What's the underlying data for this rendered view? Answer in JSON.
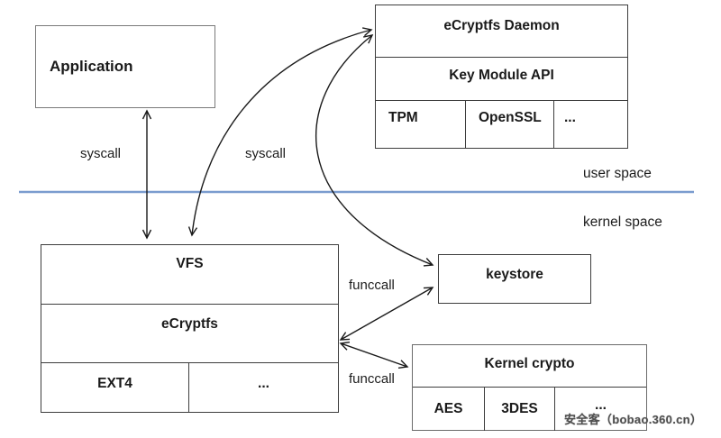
{
  "diagram": {
    "application": {
      "label": "Application"
    },
    "daemon": {
      "title": "eCryptfs Daemon",
      "subtitle": "Key Module API",
      "cells": [
        "TPM",
        "OpenSSL",
        "..."
      ]
    },
    "fs_stack": {
      "rows": [
        "VFS",
        "eCryptfs"
      ],
      "cells": [
        "EXT4",
        "..."
      ]
    },
    "keystore": {
      "label": "keystore"
    },
    "kernel_crypto": {
      "title": "Kernel crypto",
      "cells": [
        "AES",
        "3DES",
        "..."
      ]
    },
    "labels": {
      "syscall_left": "syscall",
      "syscall_right": "syscall",
      "funccall_top": "funccall",
      "funccall_bottom": "funccall",
      "user_space": "user space",
      "kernel_space": "kernel space"
    },
    "watermark": "安全客（bobao.360.cn）",
    "colors": {
      "divider_blue": "#7b9ccf",
      "arrow": "#1a1a1a",
      "border": "#3d3d3d"
    }
  }
}
